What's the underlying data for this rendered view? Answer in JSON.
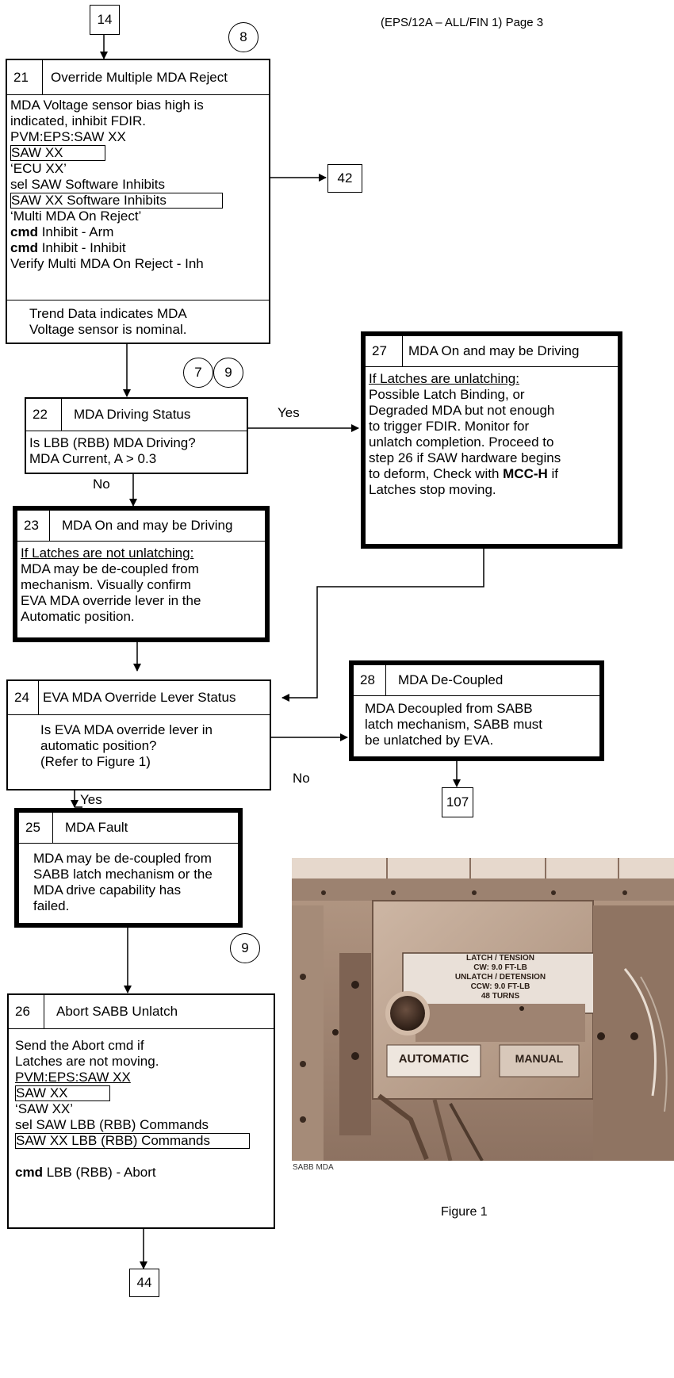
{
  "page_header": "(EPS/12A – ALL/FIN 1) Page 3",
  "refs": {
    "r14": "14",
    "r42": "42",
    "r107": "107",
    "r44": "44",
    "c8": "8",
    "c7": "7",
    "c9a": "9",
    "c9b": "9"
  },
  "labels": {
    "yes1": "Yes",
    "no1": "No",
    "no2": "No",
    "yes2": "Yes"
  },
  "step21": {
    "num": "21",
    "title": "Override Multiple MDA Reject",
    "lines": [
      "MDA Voltage sensor bias high is",
      "indicated, inhibit FDIR.",
      "PVM:EPS:SAW XX",
      "SAW XX",
      "‘ECU XX’",
      "sel SAW Software Inhibits",
      "SAW XX Software Inhibits",
      "‘Multi MDA On Reject’",
      "Inhibit - Arm",
      "Inhibit - Inhibit",
      "Verify Multi MDA On Reject - Inh"
    ],
    "cmd1": "cmd",
    "cmd2": "cmd",
    "trend1": "Trend Data indicates MDA",
    "trend2": "Voltage sensor is nominal."
  },
  "step22": {
    "num": "22",
    "title": "MDA Driving Status",
    "line1": "Is LBB (RBB) MDA Driving?",
    "line2": "MDA Current, A > 0.3"
  },
  "step23": {
    "num": "23",
    "title": "MDA On and may be Driving",
    "lines": [
      "If Latches are not unlatching:",
      "MDA may be de-coupled from",
      "mechanism. Visually confirm",
      "EVA MDA override lever in the",
      "Automatic position."
    ]
  },
  "step24": {
    "num": "24",
    "title": "EVA MDA Override Lever Status",
    "lines": [
      "Is EVA MDA override lever in",
      "automatic position?",
      "(Refer to Figure 1)"
    ]
  },
  "step25": {
    "num": "25",
    "title": "MDA Fault",
    "lines": [
      "MDA may be de-coupled from",
      "SABB latch mechanism or the",
      "MDA drive capability has",
      "failed."
    ]
  },
  "step26": {
    "num": "26",
    "title": "Abort SABB  Unlatch",
    "lines": [
      "Send the Abort cmd if",
      "Latches are not moving.",
      "PVM:EPS:SAW XX",
      "SAW XX",
      "‘SAW XX’",
      "sel SAW LBB (RBB) Commands",
      "SAW XX LBB (RBB) Commands",
      "LBB (RBB) - Abort"
    ],
    "cmd": "cmd"
  },
  "step27": {
    "num": "27",
    "title": "MDA On and may be Driving",
    "lines": [
      "If Latches are unlatching:",
      "Possible Latch Binding, or",
      "Degraded MDA but not enough",
      "to trigger FDIR. Monitor for",
      "unlatch completion. Proceed to",
      "step 26 if SAW  hardware begins",
      "to deform, Check with ",
      " if",
      "Latches stop moving."
    ],
    "mcc": "MCC-H"
  },
  "step28": {
    "num": "28",
    "title": "MDA De-Coupled",
    "lines": [
      "MDA Decoupled from SABB",
      "latch mechanism, SABB must",
      "be unlatched by EVA."
    ]
  },
  "figure": {
    "plate_lines": [
      "LATCH / TENSION",
      "CW:  9.0  FT-LB",
      "UNLATCH / DETENSION",
      "CCW:  9.0  FT-LB",
      "48 TURNS"
    ],
    "automatic": "AUTOMATIC",
    "manual": "MANUAL",
    "photo_caption": "SABB MDA",
    "caption": "Figure 1"
  }
}
